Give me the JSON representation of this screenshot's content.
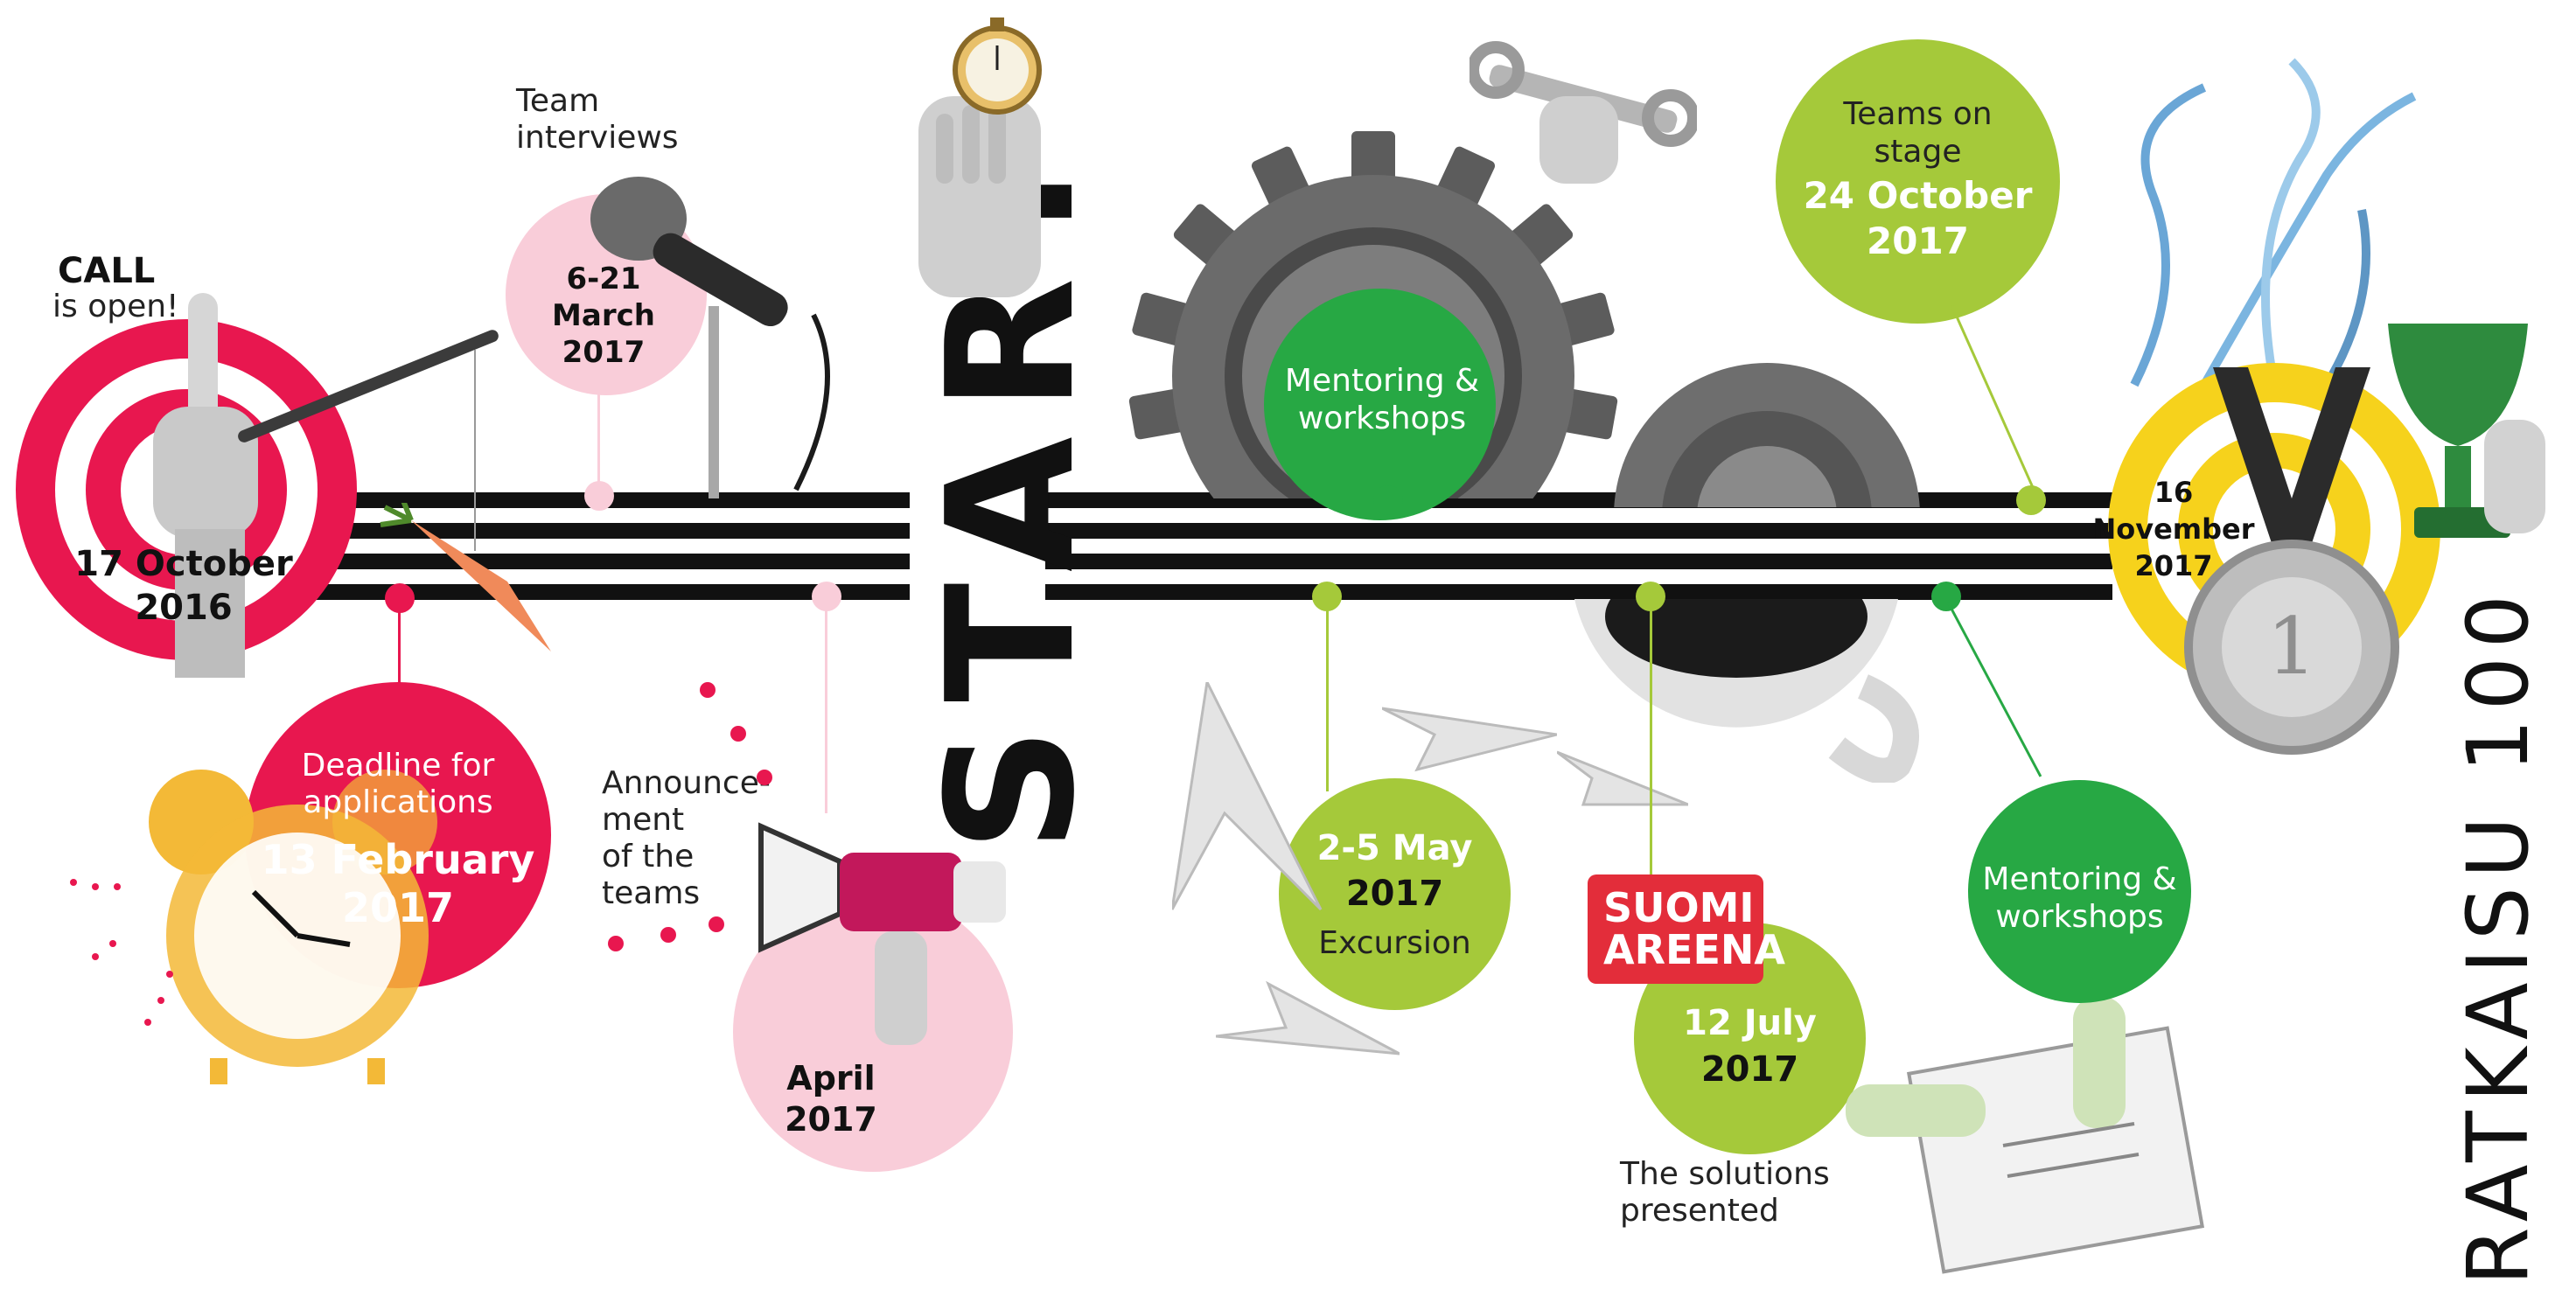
{
  "colors": {
    "crimson": "#e8174f",
    "pink": "#f9cdd9",
    "green": "#27a844",
    "lime": "#a5c93a",
    "yellow": "#f6d21c",
    "black": "#111111",
    "suomi_red": "#e32d3a"
  },
  "brand": "RATKAISU 100",
  "start_label": "START",
  "events": {
    "call": {
      "title": "CALL",
      "subtitle": "is open!",
      "date": "17 October 2016"
    },
    "interviews": {
      "label": "Team interviews",
      "date_line1": "6-21",
      "date_line2": "March",
      "date_line3": "2017"
    },
    "deadline": {
      "label_line1": "Deadline for",
      "label_line2": "applications",
      "date_line1": "13 February",
      "date_line2": "2017"
    },
    "announcement": {
      "label_line1": "Announce-",
      "label_line2": "ment",
      "label_line3": "of the",
      "label_line4": "teams",
      "date_line1": "April",
      "date_line2": "2017"
    },
    "mentoring1": {
      "label_line1": "Mentoring &",
      "label_line2": "workshops"
    },
    "excursion": {
      "date_line1": "2-5 May",
      "date_line2": "2017",
      "label": "Excursion"
    },
    "suomiareena": {
      "logo_line1": "SUOMI",
      "logo_line2": "AREENA",
      "date_line1": "12 July",
      "date_line2": "2017",
      "caption_line1": "The solutions",
      "caption_line2": "presented"
    },
    "stage": {
      "label_line1": "Teams on",
      "label_line2": "stage",
      "date_line1": "24 October",
      "date_line2": "2017"
    },
    "mentoring2": {
      "label_line1": "Mentoring &",
      "label_line2": "workshops"
    },
    "final": {
      "date_line1": "16",
      "date_line2": "November",
      "date_line3": "2017"
    }
  },
  "icons": [
    "target-icon",
    "pointing-hand-icon",
    "carrot-icon",
    "alarm-clock-icon",
    "microphone-icon",
    "megaphone-icon",
    "stopwatch-icon",
    "gear-icon",
    "wrench-icon",
    "coffee-cup-icon",
    "paper-plane-icon",
    "trophy-icon",
    "medal-icon",
    "confetti-icon",
    "drawing-hands-icon"
  ]
}
